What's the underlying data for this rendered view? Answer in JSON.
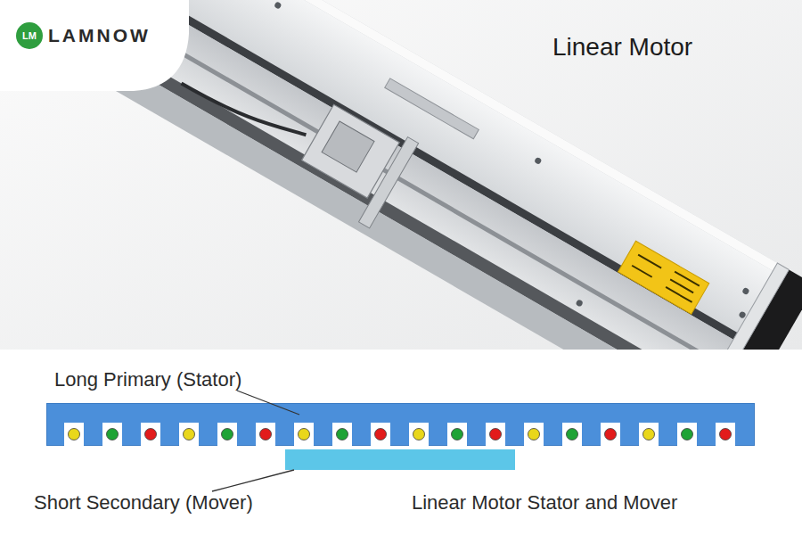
{
  "diagram": {
    "title": "Linear Motor",
    "caption": "Linear Motor Stator and Mover",
    "nodes": [
      {
        "text": [
          "Long Primary (Stator)"
        ]
      },
      {
        "text": [
          "Short Secondary (Mover)"
        ]
      }
    ],
    "labels": [
      "LM",
      "LAMNOW"
    ]
  }
}
